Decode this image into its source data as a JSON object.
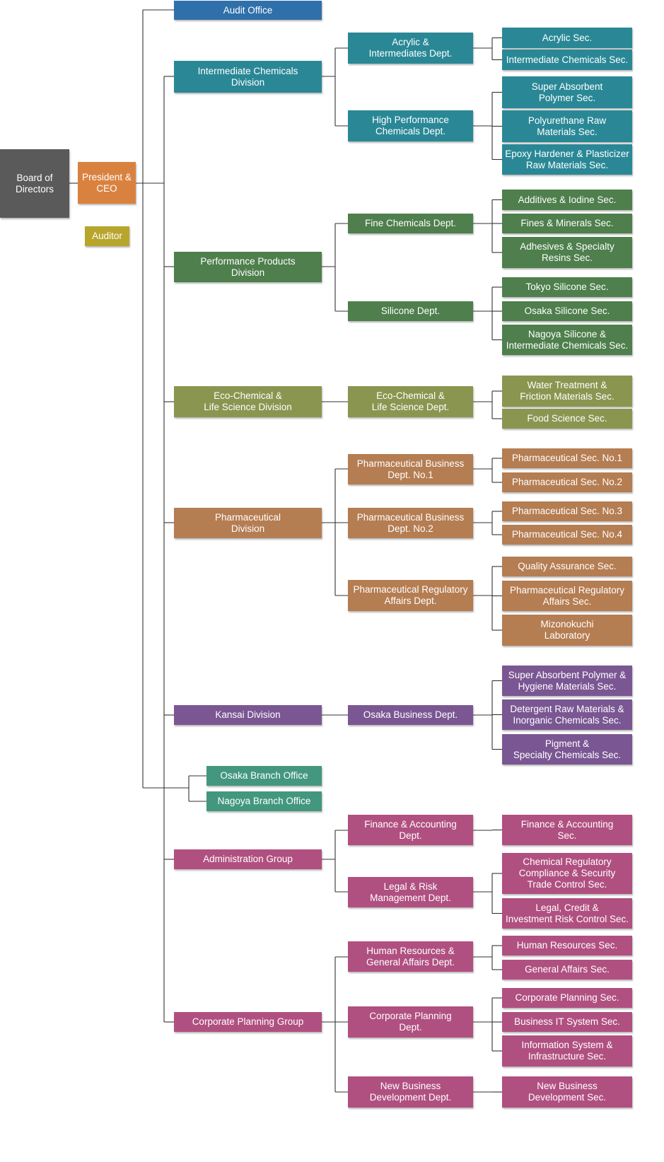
{
  "colors": {
    "board": "#5a5a5a",
    "president": "#d9823f",
    "auditor": "#b8a52c",
    "audit": "#2f70aa",
    "intermediate": "#2a8896",
    "performance": "#4e7f4c",
    "eco": "#8a9550",
    "pharma": "#b57d52",
    "kansai": "#7a5793",
    "branch": "#44977f",
    "admin": "#b05080",
    "corporate": "#b05080",
    "line": "#333333"
  },
  "top": {
    "board": "Board of\nDirectors",
    "president": "President &\nCEO",
    "auditor": "Auditor"
  },
  "units": [
    {
      "key": "audit",
      "label": "Audit Office",
      "color": "audit",
      "depts": []
    },
    {
      "key": "intermediate",
      "label": "Intermediate Chemicals\nDivision",
      "color": "intermediate",
      "depts": [
        {
          "label": "Acrylic &\nIntermediates Dept.",
          "secs": [
            "Acrylic Sec.",
            "Intermediate Chemicals Sec."
          ]
        },
        {
          "label": "High Performance\nChemicals Dept.",
          "secs": [
            "Super Absorbent\nPolymer Sec.",
            "Polyurethane Raw\nMaterials Sec.",
            "Epoxy Hardener & Plasticizer\nRaw Materials Sec."
          ]
        }
      ]
    },
    {
      "key": "performance",
      "label": "Performance Products\nDivision",
      "color": "performance",
      "depts": [
        {
          "label": "Fine Chemicals Dept.",
          "secs": [
            "Additives & Iodine Sec.",
            "Fines & Minerals Sec.",
            "Adhesives & Specialty\nResins Sec."
          ]
        },
        {
          "label": "Silicone Dept.",
          "secs": [
            "Tokyo Silicone Sec.",
            "Osaka Silicone Sec.",
            "Nagoya Silicone &\nIntermediate Chemicals Sec."
          ]
        }
      ]
    },
    {
      "key": "eco",
      "label": "Eco-Chemical &\nLife Science Division",
      "color": "eco",
      "depts": [
        {
          "label": "Eco-Chemical  &\nLife Science Dept.",
          "secs": [
            "Water Treatment &\nFriction Materials Sec.",
            "Food Science Sec."
          ]
        }
      ]
    },
    {
      "key": "pharma",
      "label": "Pharmaceutical\nDivision",
      "color": "pharma",
      "depts": [
        {
          "label": "Pharmaceutical Business\nDept. No.1",
          "secs": [
            "Pharmaceutical Sec. No.1",
            "Pharmaceutical Sec. No.2"
          ]
        },
        {
          "label": "Pharmaceutical Business\nDept. No.2",
          "secs": [
            "Pharmaceutical Sec. No.3",
            "Pharmaceutical Sec. No.4"
          ]
        },
        {
          "label": "Pharmaceutical Regulatory\nAffairs Dept.",
          "secs": [
            "Quality Assurance Sec.",
            "Pharmaceutical Regulatory\nAffairs Sec.",
            "Mizonokuchi\nLaboratory"
          ]
        }
      ]
    },
    {
      "key": "kansai",
      "label": "Kansai Division",
      "color": "kansai",
      "depts": [
        {
          "label": "Osaka Business Dept.",
          "secs": [
            "Super Absorbent Polymer &\nHygiene Materials Sec.",
            "Detergent Raw Materials &\nInorganic Chemicals Sec.",
            "Pigment  &\nSpecialty Chemicals Sec."
          ]
        }
      ]
    },
    {
      "key": "branches",
      "label": "",
      "color": "branch",
      "depts": [],
      "branches": [
        "Osaka Branch Office",
        "Nagoya Branch Office"
      ]
    },
    {
      "key": "admin",
      "label": "Administration Group",
      "color": "admin",
      "depts": [
        {
          "label": "Finance & Accounting\nDept.",
          "secs": [
            "Finance & Accounting\nSec."
          ]
        },
        {
          "label": "Legal & Risk\nManagement Dept.",
          "secs": [
            "Chemical Regulatory\nCompliance & Security\nTrade Control Sec.",
            "Legal, Credit &\nInvestment Risk Control Sec."
          ]
        }
      ]
    },
    {
      "key": "corporate",
      "label": "Corporate Planning Group",
      "color": "corporate",
      "depts": [
        {
          "label": "Human Resources &\nGeneral Affairs Dept.",
          "secs": [
            "Human Resources Sec.",
            "General Affairs Sec."
          ]
        },
        {
          "label": "Corporate Planning\nDept.",
          "secs": [
            "Corporate Planning Sec.",
            "Business IT System Sec.",
            "Information System &\nInfrastructure Sec."
          ]
        },
        {
          "label": "New Business\nDevelopment Dept.",
          "secs": [
            "New Business\nDevelopment Sec."
          ]
        }
      ]
    }
  ]
}
